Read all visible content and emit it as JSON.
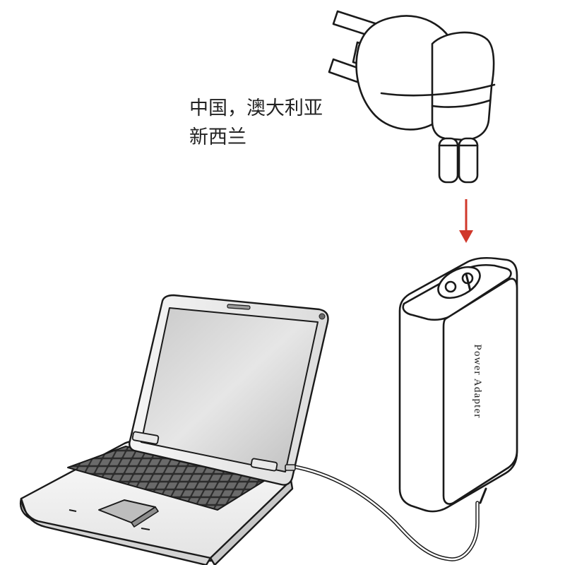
{
  "caption": {
    "line1": "中国，澳大利亚",
    "line2": "新西兰"
  },
  "adapter": {
    "label": "Power Adapter"
  },
  "colors": {
    "arrow": "#d0382b",
    "outline": "#1a1a1a",
    "screen": "#d7d7d7",
    "keyboard": "#3a3a3a",
    "body": "#f4f4f4"
  }
}
